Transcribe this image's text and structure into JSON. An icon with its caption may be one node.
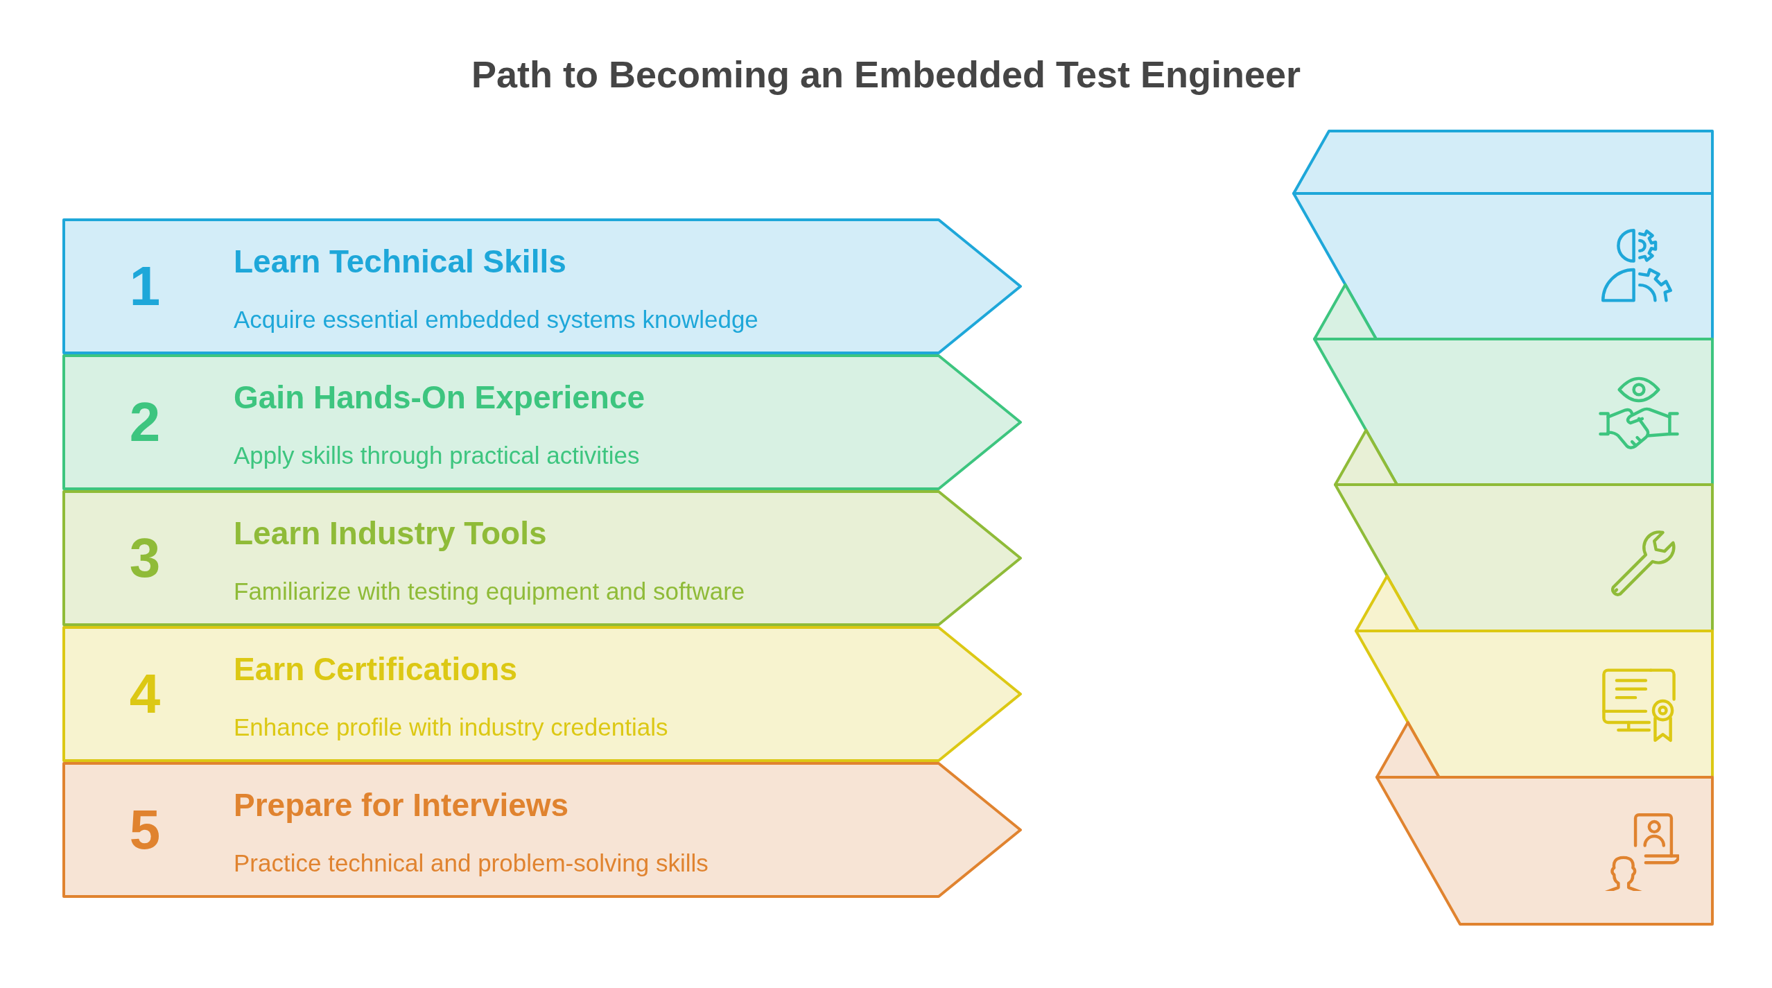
{
  "diagram": {
    "title": "Path to Becoming an Embedded Test Engineer",
    "nodes": [
      {
        "text": [
          "1",
          "Learn Technical Skills",
          "Acquire essential embedded systems knowledge"
        ]
      },
      {
        "text": [
          "2",
          "Gain Hands-On Experience",
          "Apply skills through practical activities"
        ]
      },
      {
        "text": [
          "3",
          "Learn Industry Tools",
          "Familiarize with testing equipment and software"
        ]
      },
      {
        "text": [
          "4",
          "Earn Certifications",
          "Enhance profile with industry credentials"
        ]
      },
      {
        "text": [
          "5",
          "Prepare for Interviews",
          "Practice technical and problem-solving skills"
        ]
      }
    ]
  }
}
